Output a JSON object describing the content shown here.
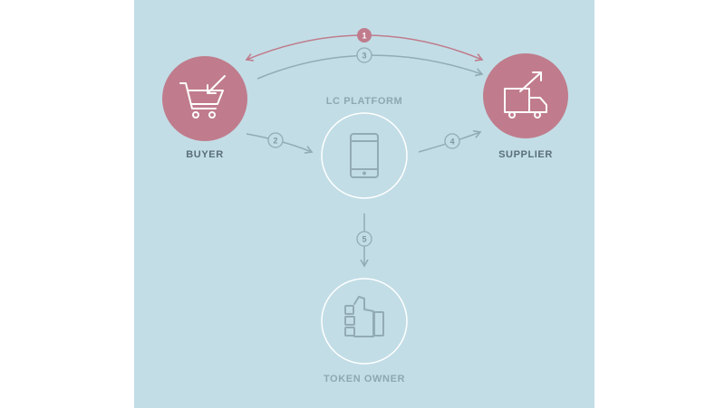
{
  "diagram": {
    "nodes": {
      "buyer": {
        "label": "BUYER",
        "icon": "shopping-cart-icon"
      },
      "platform": {
        "label": "LC PLATFORM",
        "icon": "smartphone-icon"
      },
      "supplier": {
        "label": "SUPPLIER",
        "icon": "delivery-truck-icon"
      },
      "token_owner": {
        "label": "TOKEN OWNER",
        "icon": "hand-holding-coins-icon"
      }
    },
    "steps": [
      "1",
      "2",
      "3",
      "4",
      "5"
    ],
    "colors": {
      "background": "#c2dde6",
      "accent": "#c07c8c",
      "line": "#93abb4",
      "label_dark": "#5a6f78",
      "label_light": "#8fa7b0"
    }
  }
}
